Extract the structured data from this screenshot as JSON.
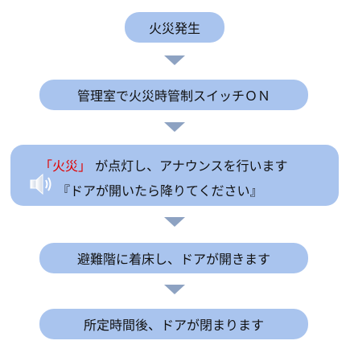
{
  "steps": {
    "step1": "火災発生",
    "step2": "管理室で火災時管制スイッチＯＮ",
    "step3": {
      "quote": "「火災」",
      "line1_rest": "が点灯し、アナウンスを行います",
      "line2": "『ドアが開いたら降りてください』"
    },
    "step4": "避難階に着床し、ドアが開きます",
    "step5": "所定時間後、ドアが閉まります"
  },
  "colors": {
    "box_fill": "#a9c4ee",
    "arrow": "#8da2c2",
    "highlight": "#e00000",
    "text": "#111111"
  },
  "icons": {
    "announcement": "speaker-icon"
  }
}
